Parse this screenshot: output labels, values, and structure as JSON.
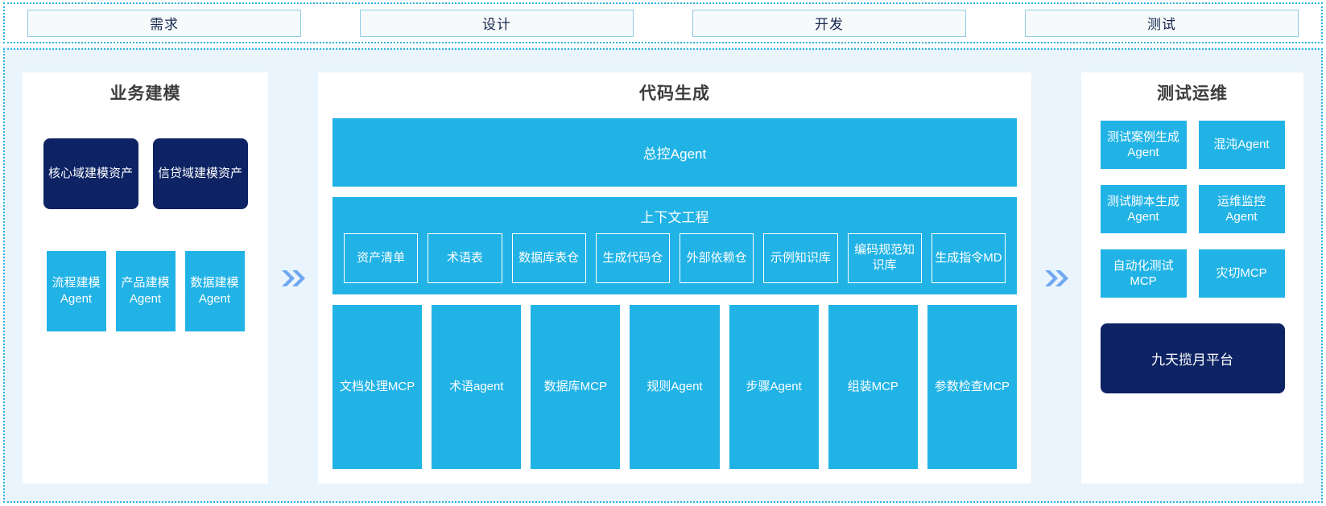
{
  "phases": [
    {
      "label": "需求"
    },
    {
      "label": "设计"
    },
    {
      "label": "开发"
    },
    {
      "label": "测试"
    }
  ],
  "left_panel": {
    "title": "业务建模",
    "assets": [
      {
        "label": "核心域建模资产"
      },
      {
        "label": "信贷域建模资产"
      }
    ],
    "agents": [
      {
        "label": "流程建模Agent"
      },
      {
        "label": "产品建模Agent"
      },
      {
        "label": "数据建模Agent"
      }
    ]
  },
  "center_panel": {
    "title": "代码生成",
    "control_agent": "总控Agent",
    "context": {
      "title": "上下文工程",
      "items": [
        {
          "label": "资产清单"
        },
        {
          "label": "术语表"
        },
        {
          "label": "数据库表仓"
        },
        {
          "label": "生成代码仓"
        },
        {
          "label": "外部依赖仓"
        },
        {
          "label": "示例知识库"
        },
        {
          "label": "编码规范知识库"
        },
        {
          "label": "生成指令MD"
        }
      ]
    },
    "tools": [
      {
        "label": "文档处理MCP"
      },
      {
        "label": "术语agent"
      },
      {
        "label": "数据库MCP"
      },
      {
        "label": "规则Agent"
      },
      {
        "label": "步骤Agent"
      },
      {
        "label": "组装MCP"
      },
      {
        "label": "参数检查MCP"
      }
    ]
  },
  "right_panel": {
    "title": "测试运维",
    "items": [
      {
        "label": "测试案例生成Agent"
      },
      {
        "label": "混沌Agent"
      },
      {
        "label": "测试脚本生成Agent"
      },
      {
        "label": "运维监控Agent"
      },
      {
        "label": "自动化测试MCP"
      },
      {
        "label": "灾切MCP"
      }
    ],
    "platform": "九天揽月平台"
  },
  "connectors": [
    {
      "icon": "double-chevron-right-icon"
    },
    {
      "icon": "double-chevron-right-icon"
    }
  ],
  "colors": {
    "accent_blue": "#21B3E6",
    "navy": "#0D2364",
    "bg_light": "#E9F4FC",
    "dotted_border": "#2BB3E0",
    "chevron": "#6FA8F0"
  }
}
